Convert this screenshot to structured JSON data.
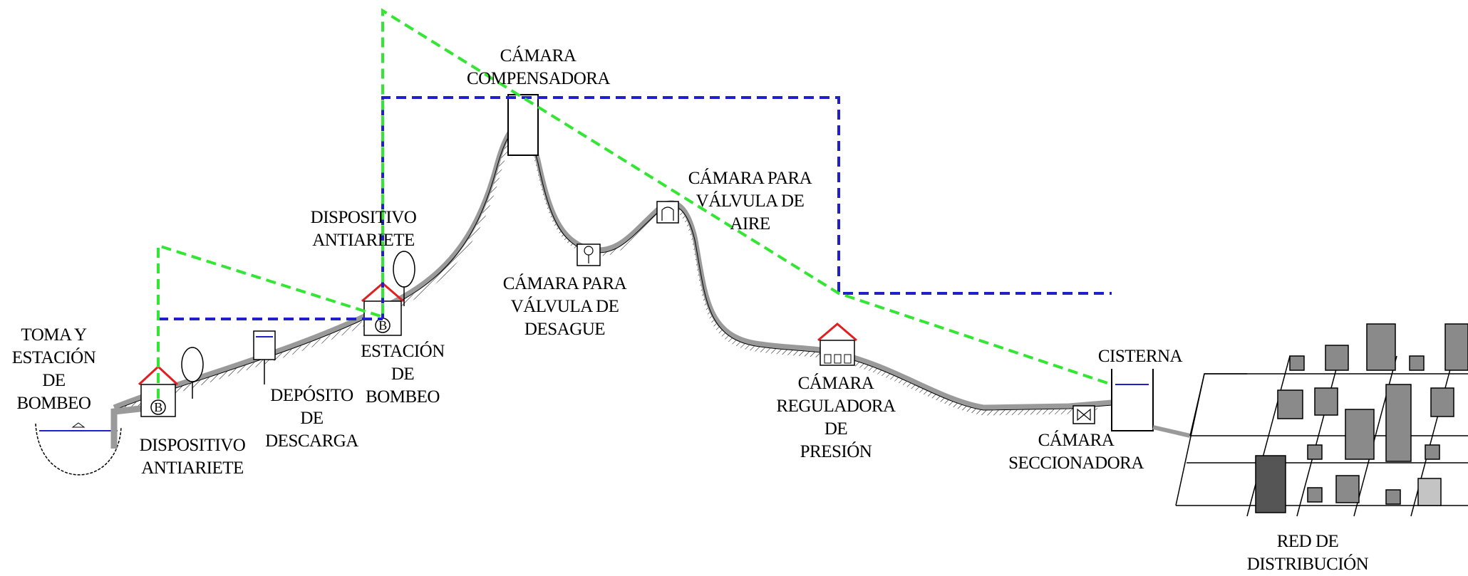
{
  "labels": {
    "toma": "TOMA Y\nESTACIÓN\nDE\nBOMBEO",
    "dispositivo_1": "DISPOSITIVO\nANTIARIETE",
    "deposito": "DEPÓSITO\nDE\nDESCARGA",
    "dispositivo_2": "DISPOSITIVO\nANTIARIETE",
    "estacion": "ESTACIÓN\nDE\nBOMBEO",
    "camara_compensadora": "CÁMARA\nCOMPENSADORA",
    "valvula_desague": "CÁMARA PARA\nVÁLVULA DE\nDESAGUE",
    "valvula_aire": "CÁMARA PARA\nVÁLVULA DE\nAIRE",
    "reguladora": "CÁMARA\nREGULADORA\nDE\nPRESIÓN",
    "seccionadora": "CÁMARA\nSECCIONADORA",
    "cisterna": "CISTERNA",
    "red": "RED DE\nDISTRIBUCIÓN"
  },
  "pump_symbol_letter": "B",
  "colors": {
    "static_head_line": "#1f1fcc",
    "dynamic_head_line": "#33e633",
    "roof": "#e02020",
    "water": "#1f1fcc",
    "pipe": "#9a9a9a",
    "building": "#7a7a7a"
  }
}
